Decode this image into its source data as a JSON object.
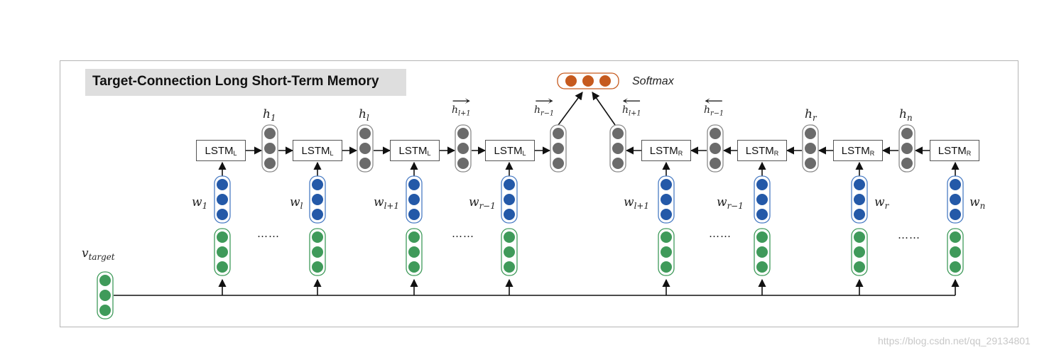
{
  "title": "Target-Connection Long Short-Term Memory",
  "softmax_label": "Softmax",
  "lstm_left_label": "LSTM",
  "lstm_left_sub": "L",
  "lstm_right_label": "LSTM",
  "lstm_right_sub": "R",
  "ellipsis": "……",
  "target_label": {
    "base": "v",
    "sub": "target"
  },
  "hidden_labels": [
    {
      "base": "h",
      "sub": "1"
    },
    {
      "base": "h",
      "sub": "l"
    },
    {
      "base": "h",
      "sub": "l+1",
      "arrow": "→"
    },
    {
      "base": "h",
      "sub": "r−1",
      "arrow": "→"
    },
    {
      "base": "h",
      "sub": "l+1",
      "arrow": "←"
    },
    {
      "base": "h",
      "sub": "r−1",
      "arrow": "←"
    },
    {
      "base": "h",
      "sub": "r"
    },
    {
      "base": "h",
      "sub": "n"
    }
  ],
  "word_labels": [
    {
      "base": "w",
      "sub": "1"
    },
    {
      "base": "w",
      "sub": "l"
    },
    {
      "base": "w",
      "sub": "l+1"
    },
    {
      "base": "w",
      "sub": "r−1"
    },
    {
      "base": "w",
      "sub": "l+1"
    },
    {
      "base": "w",
      "sub": "r−1"
    },
    {
      "base": "w",
      "sub": "r"
    },
    {
      "base": "w",
      "sub": "n"
    }
  ],
  "watermark": "https://blog.csdn.net/qq_29134801",
  "colors": {
    "green_fill": "#3f9a5a",
    "green_border": "#3f9a5a",
    "blue_fill": "#2459a8",
    "blue_border": "#4a7cc4",
    "gray_fill": "#6b6b6b",
    "gray_border": "#8a8a8a",
    "orange_fill": "#c65a1e",
    "orange_border": "#c65a1e"
  }
}
